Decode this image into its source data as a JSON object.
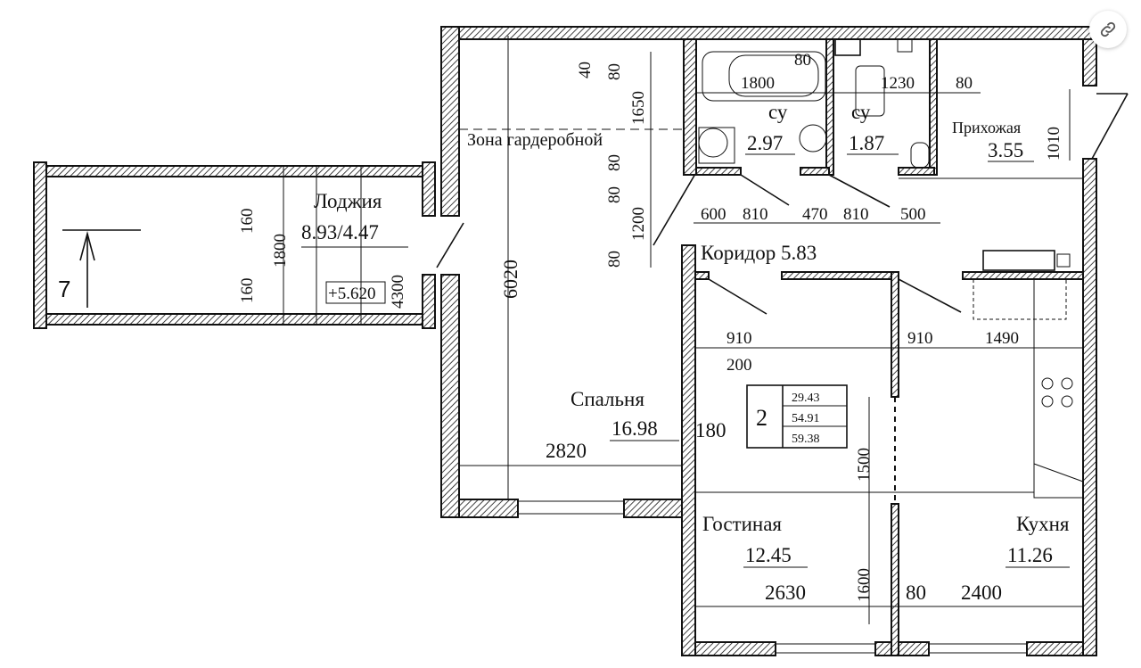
{
  "plan": {
    "rooms": {
      "loggia": {
        "name": "Лоджия",
        "area": "8.93/4.47"
      },
      "wardrobe": {
        "name": "Зона гардеробной"
      },
      "bath1": {
        "name": "су",
        "area": "2.97"
      },
      "bath2": {
        "name": "су",
        "area": "1.87"
      },
      "hall": {
        "name": "Прихожая",
        "area": "3.55"
      },
      "corridor": {
        "name": "Коридор 5.83"
      },
      "bedroom": {
        "name": "Спальня",
        "area": "16.98"
      },
      "living": {
        "name": "Гостиная",
        "area": "12.45"
      },
      "kitchen": {
        "name": "Кухня",
        "area": "11.26"
      }
    },
    "summary": {
      "rooms_count": "2",
      "living_area": "29.43",
      "total_area": "54.91",
      "total_with_loggia": "59.38"
    },
    "level_mark": "+5.620",
    "north_label": "7",
    "dims": {
      "d160a": "160",
      "d160b": "160",
      "d1800v": "1800",
      "d4300": "4300",
      "d40": "40",
      "d80a": "80",
      "d1650": "1650",
      "d80b": "80",
      "d80c": "80",
      "d1200": "1200",
      "d80d": "80",
      "d6020": "6020",
      "d1800h": "1800",
      "d80e": "80",
      "d1230": "1230",
      "d80f": "80",
      "d1010": "1010",
      "d600": "600",
      "d810a": "810",
      "d470": "470",
      "d810b": "810",
      "d500": "500",
      "d910a": "910",
      "d200": "200",
      "d910b": "910",
      "d1490": "1490",
      "d180": "180",
      "d2820": "2820",
      "d1500": "1500",
      "d1600": "1600",
      "d80g": "80",
      "d2630": "2630",
      "d2400": "2400"
    }
  },
  "ui": {
    "link_icon": "link-icon"
  }
}
